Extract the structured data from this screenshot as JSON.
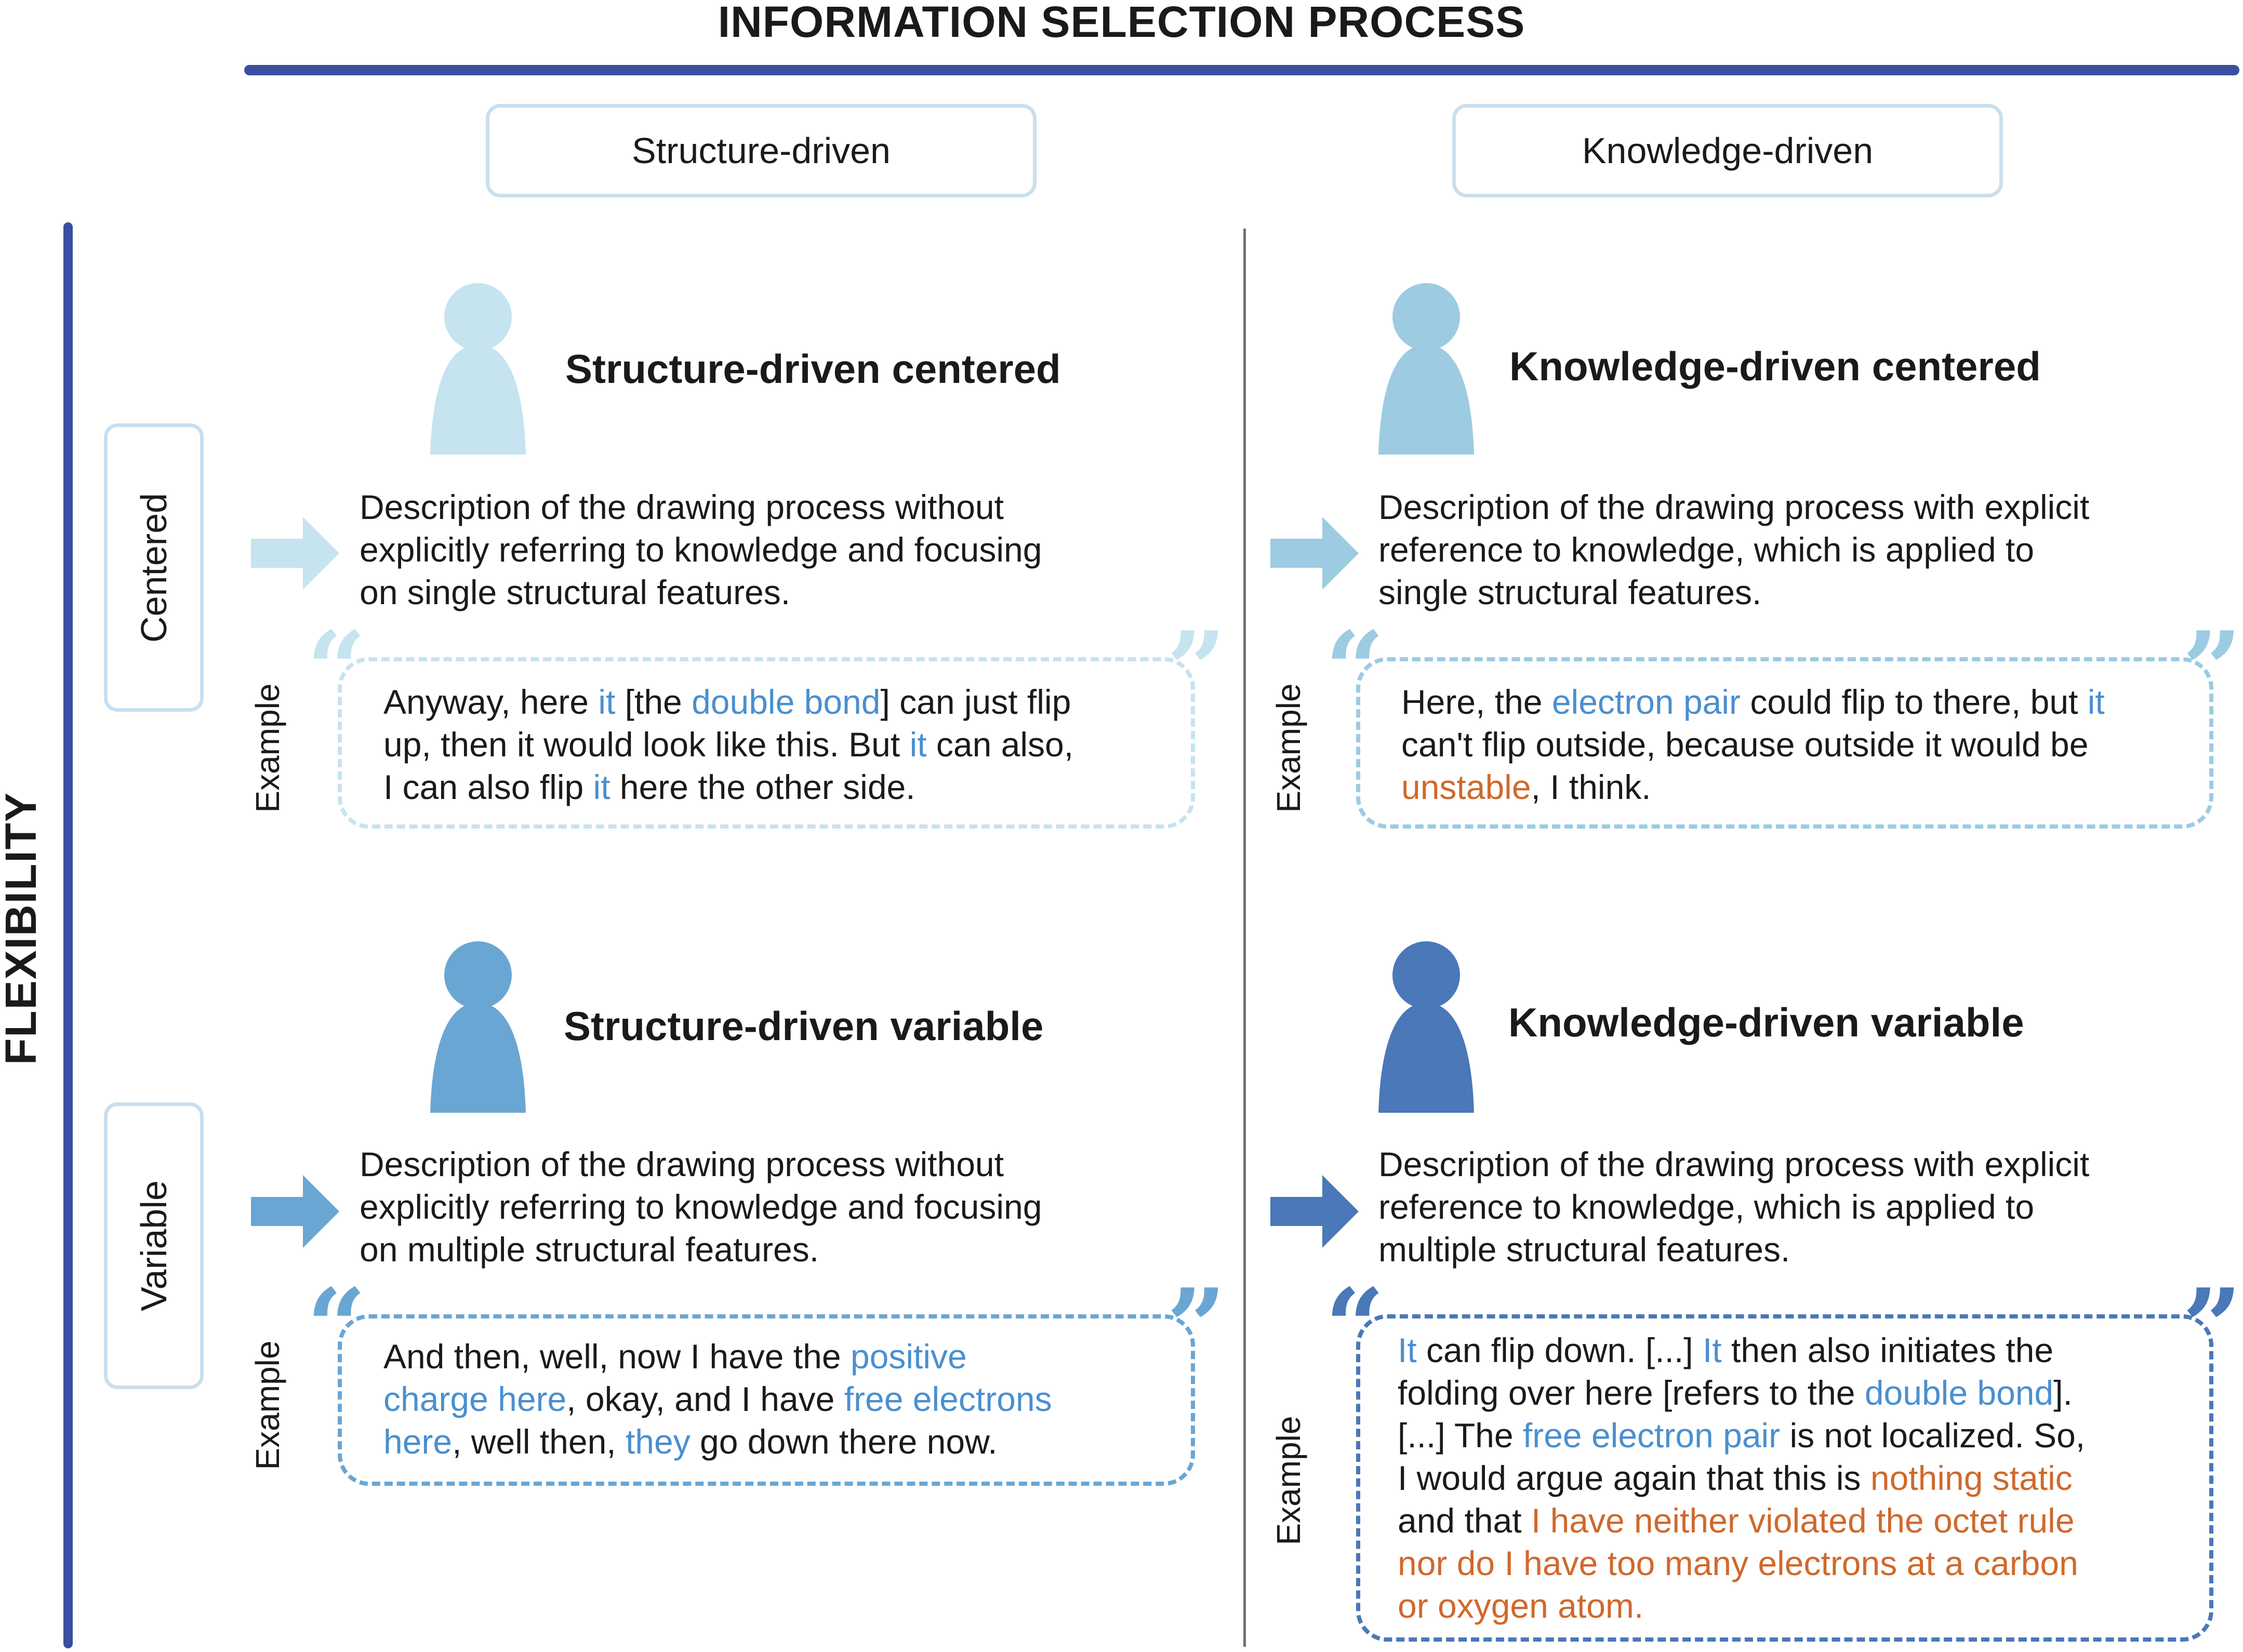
{
  "title": "INFORMATION SELECTION PROCESS",
  "y_axis_label": "FLEXIBILITY",
  "columns": [
    {
      "label": "Structure-driven"
    },
    {
      "label": "Knowledge-driven"
    }
  ],
  "rows": [
    {
      "label": "Centered"
    },
    {
      "label": "Variable"
    }
  ],
  "example_label": "Example",
  "colors": {
    "axis_bar": "#3a4fa0",
    "header_border": "#c9dfee",
    "highlight_blue": "#4a8fd0",
    "highlight_orange": "#d0692c",
    "person_structure_centered": "#c6e3f0",
    "person_knowledge_centered": "#9ccbe2",
    "person_structure_variable": "#6aa6d3",
    "person_knowledge_variable": "#4a78b8"
  },
  "cells": {
    "sc": {
      "heading": "Structure-driven centered",
      "desc": [
        "Description of the drawing process without",
        "explicitly referring to knowledge  and focusing",
        "on single  structural features."
      ],
      "example": [
        [
          {
            "t": "Anyway, here "
          },
          {
            "t": "it",
            "c": "blue"
          },
          {
            "t": " [the "
          },
          {
            "t": "double  bond",
            "c": "blue"
          },
          {
            "t": "] can just flip"
          }
        ],
        [
          {
            "t": "up, then it would look like this. But "
          },
          {
            "t": "it",
            "c": "blue"
          },
          {
            "t": " can also,"
          }
        ],
        [
          {
            "t": "I can also flip "
          },
          {
            "t": "it",
            "c": "blue"
          },
          {
            "t": " here the other side."
          }
        ]
      ]
    },
    "kc": {
      "heading": "Knowledge-driven centered",
      "desc": [
        "Description of the drawing process with explicit",
        "reference to knowledge,  which is applied to",
        "single structural features."
      ],
      "example": [
        [
          {
            "t": "Here, the "
          },
          {
            "t": "electron pair",
            "c": "blue"
          },
          {
            "t": " could flip to there, but "
          },
          {
            "t": "it",
            "c": "blue"
          }
        ],
        [
          {
            "t": "can't flip outside, because outside it would be"
          }
        ],
        [
          {
            "t": "unstable",
            "c": "orange"
          },
          {
            "t": ",  I think."
          }
        ]
      ]
    },
    "sv": {
      "heading": "Structure-driven variable",
      "desc": [
        "Description of the drawing process without",
        "explicitly referring to knowledge  and focusing",
        "on multiple  structural features."
      ],
      "example": [
        [
          {
            "t": "And then, well, now I have the "
          },
          {
            "t": "positive",
            "c": "blue"
          }
        ],
        [
          {
            "t": "charge here",
            "c": "blue"
          },
          {
            "t": ", okay, and I have "
          },
          {
            "t": "free electrons",
            "c": "blue"
          }
        ],
        [
          {
            "t": "here",
            "c": "blue"
          },
          {
            "t": ", well then, "
          },
          {
            "t": "they",
            "c": "blue"
          },
          {
            "t": " go down there now."
          }
        ]
      ]
    },
    "kv": {
      "heading": "Knowledge-driven variable",
      "desc": [
        "Description of the drawing process with explicit",
        "reference to knowledge,  which is applied to",
        "multiple structural features."
      ],
      "example": [
        [
          {
            "t": "It",
            "c": "blue"
          },
          {
            "t": " can flip down.  [...] "
          },
          {
            "t": "It",
            "c": "blue"
          },
          {
            "t": " then also initiates the"
          }
        ],
        [
          {
            "t": "folding over here [refers to the "
          },
          {
            "t": "double  bond",
            "c": "blue"
          },
          {
            "t": "]."
          }
        ],
        [
          {
            "t": "[...] The "
          },
          {
            "t": "free electron pair",
            "c": "blue"
          },
          {
            "t": " is not localized.  So,"
          }
        ],
        [
          {
            "t": "I would argue again that this is "
          },
          {
            "t": "nothing static",
            "c": "orange"
          }
        ],
        [
          {
            "t": "and that "
          },
          {
            "t": "I have neither violated the octet rule",
            "c": "orange"
          }
        ],
        [
          {
            "t": "nor do I have too many electrons at a carbon",
            "c": "orange"
          }
        ],
        [
          {
            "t": "or oxygen atom.",
            "c": "orange"
          }
        ]
      ]
    }
  }
}
